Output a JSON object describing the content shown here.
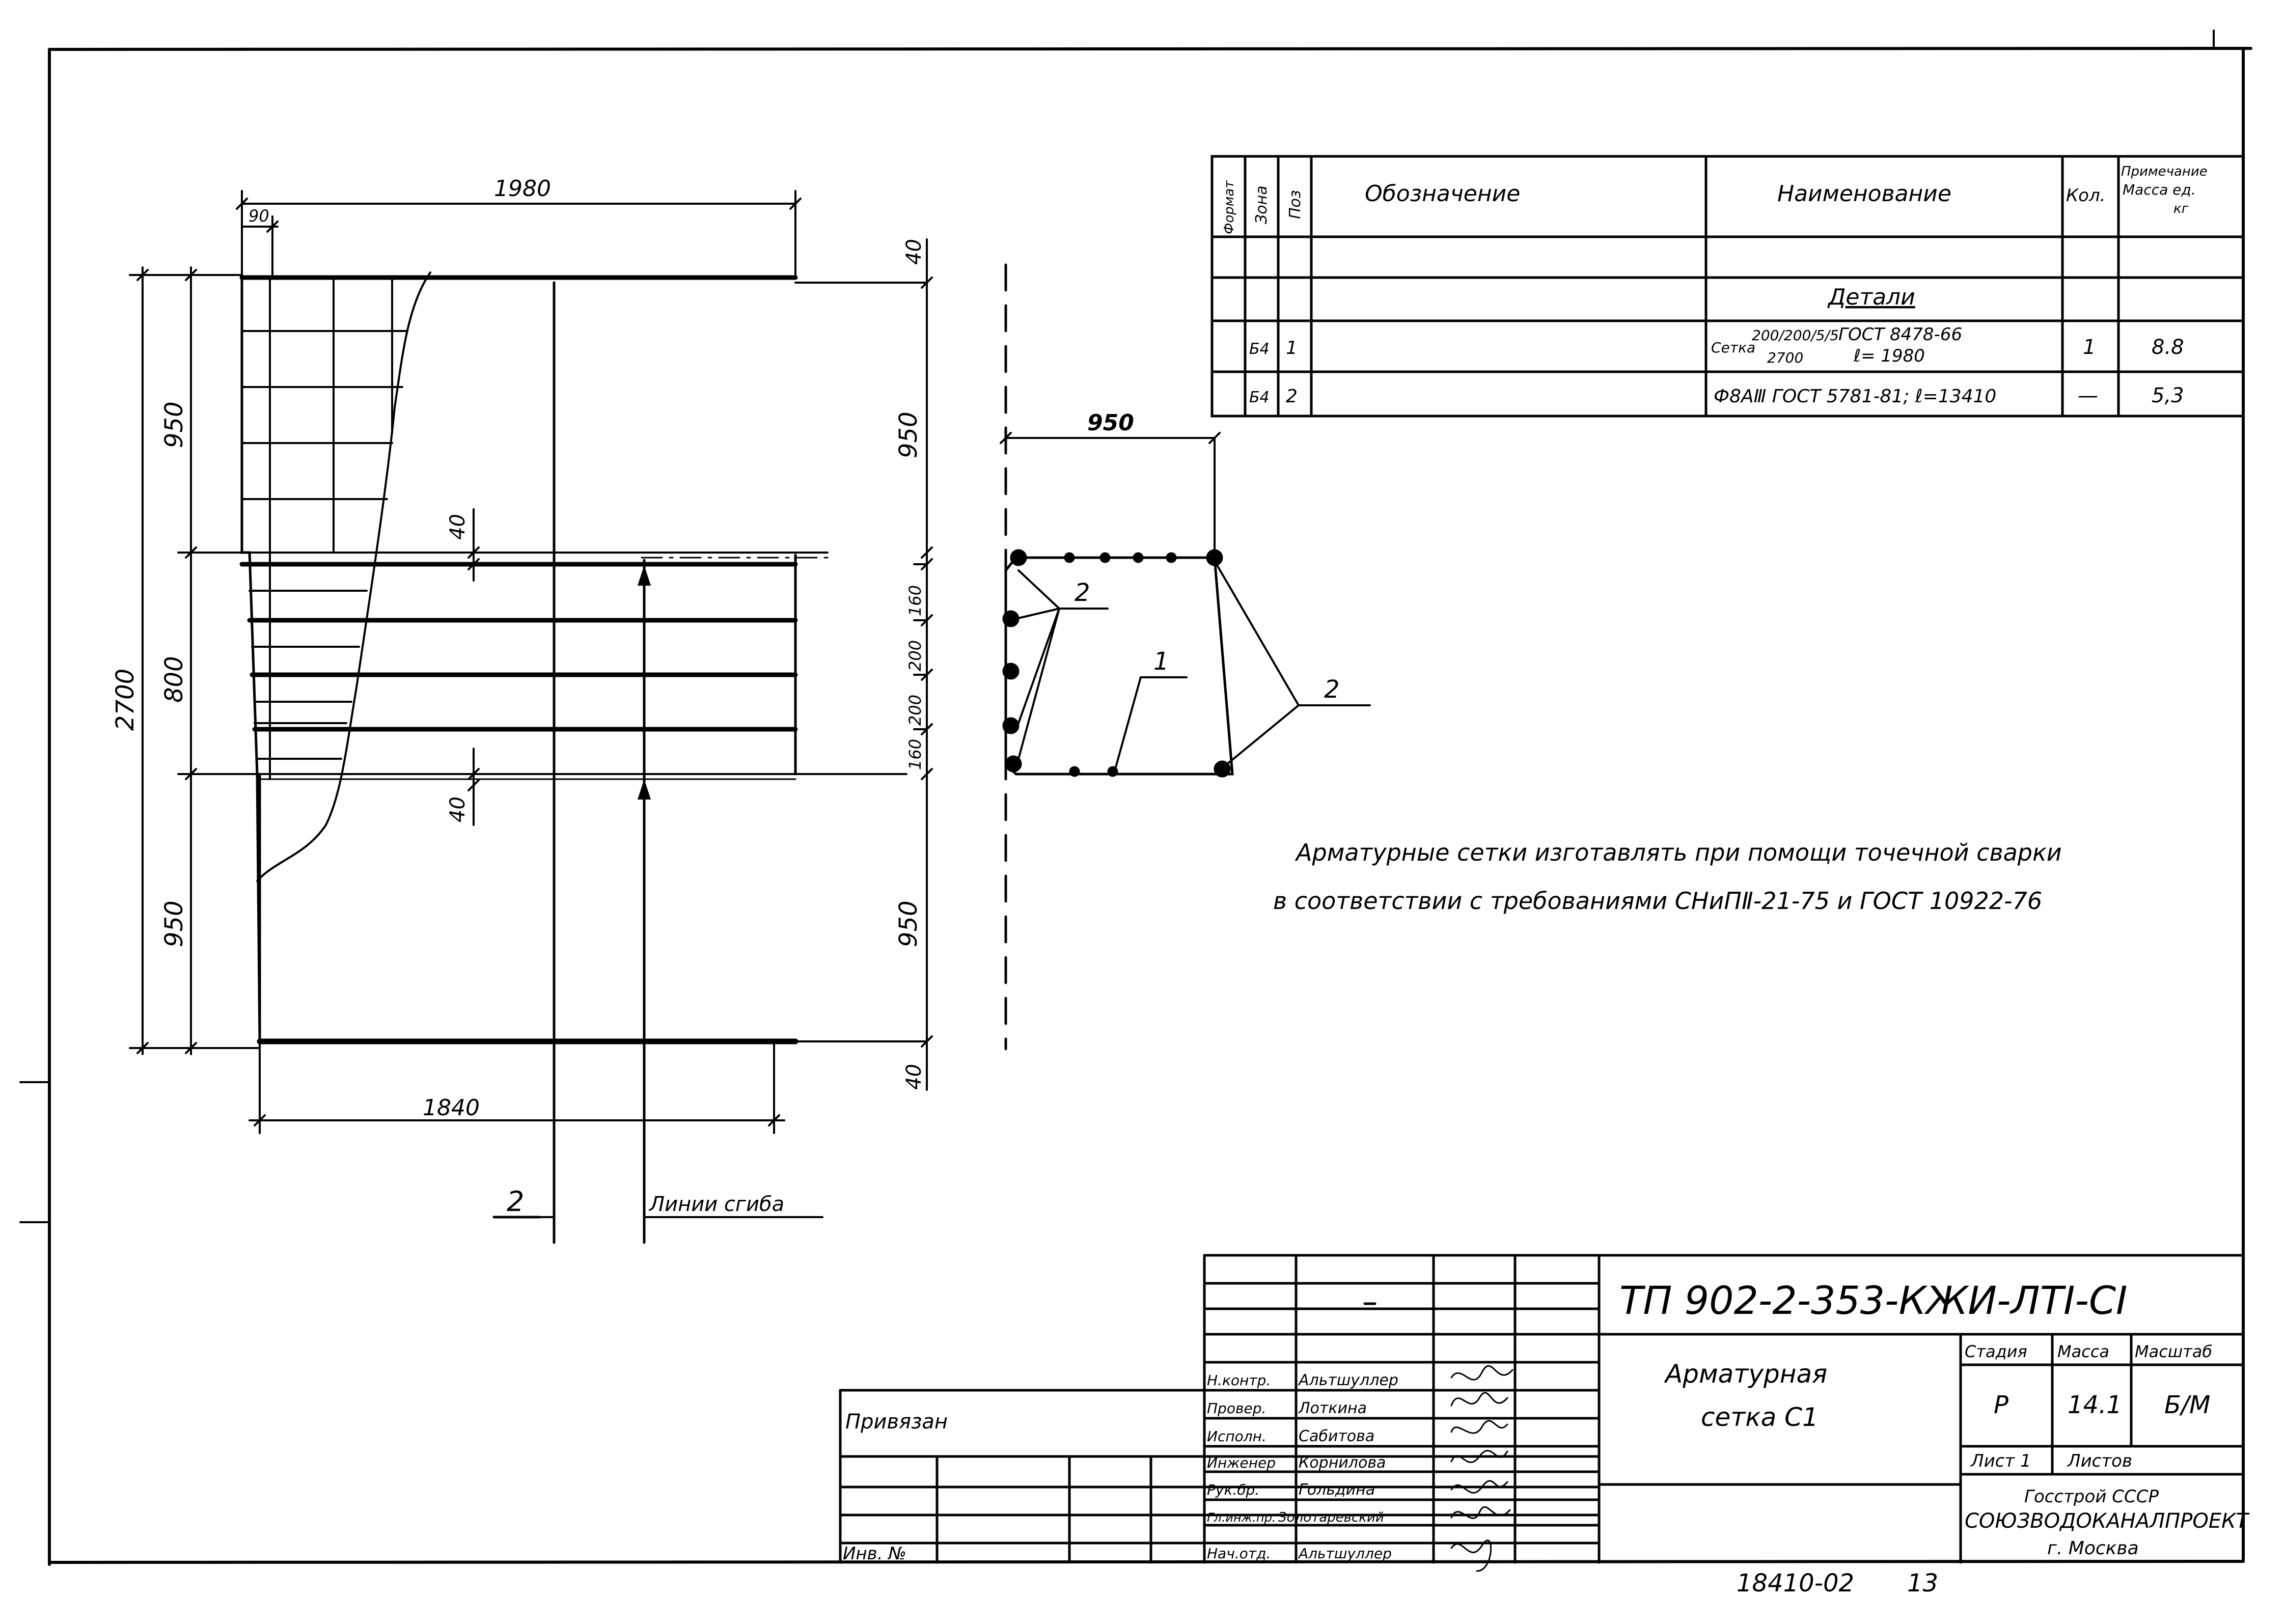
{
  "spec_table": {
    "headers": {
      "format": "Формат",
      "zone": "Зона",
      "pos": "Поз",
      "designation": "Обозначение",
      "name": "Наименование",
      "qty": "Кол.",
      "note": "Примечание Масса ед. кг",
      "note_l1": "Примечание",
      "note_l2": "Масса ед.",
      "note_l3": "кг"
    },
    "section_title": "Детали",
    "rows": [
      {
        "zone": "Б4",
        "pos": "1",
        "name": "Сетка 200/200/5/5 ГОСТ 8478-66 / 2700 ℓ= 1980",
        "name_prefix": "Сетка",
        "name_frac_top": "200/200/5/5",
        "name_frac_bottom": "2700",
        "name_gost": "ГОСТ 8478-66",
        "name_length": "ℓ= 1980",
        "qty": "1",
        "mass": "8.8"
      },
      {
        "zone": "Б4",
        "pos": "2",
        "name": "Ф8АⅢ ГОСТ 5781-81; ℓ=13410",
        "qty": "—",
        "mass": "5,3"
      }
    ]
  },
  "plan_dims": {
    "top_width": "1980",
    "top_small": "90",
    "bottom_width": "1840",
    "left_total": "2700",
    "left_upper": "950",
    "left_middle": "800",
    "left_lower": "950",
    "right_upper": "950",
    "right_lower": "950",
    "right_top": "40",
    "right_bottom": "40",
    "right_s1": "160",
    "right_s2": "200",
    "right_s3": "200",
    "right_s4": "160",
    "inner_40_top": "40",
    "inner_40_bottom": "40"
  },
  "section": {
    "width_dim": "950",
    "callout_1": "1",
    "callout_2_left": "2",
    "callout_2_right": "2"
  },
  "labels": {
    "section_mark": "2",
    "bend_lines": "Линии сгиба"
  },
  "note": {
    "line1": "Арматурные сетки изготавлять при помощи точечной сварки",
    "line2": "в соответствии с требованиями СНиПⅡ-21-75 и ГОСТ 10922-76"
  },
  "title_block": {
    "code": "ТП 902-2-353-КЖИ-ЛТI-CI",
    "title_l1": "Арматурная",
    "title_l2": "сетка С1",
    "privyazan": "Привязан",
    "inv_no": "Инв. №",
    "roles": [
      {
        "role": "Н.контр.",
        "name": "Альтшуллер"
      },
      {
        "role": "Провер.",
        "name": "Лоткина"
      },
      {
        "role": "Исполн.",
        "name": "Сабитова"
      },
      {
        "role": "Инженер",
        "name": "Корнилова"
      },
      {
        "role": "Рук.бр.",
        "name": "Гольдина"
      },
      {
        "role": "Гл.инж.пр.",
        "name": "Золотаревский"
      },
      {
        "role": "Нач.отд.",
        "name": "Альтшуллер"
      }
    ],
    "stage_label": "Стадия",
    "mass_label": "Масса",
    "scale_label": "Масштаб",
    "stage": "Р",
    "mass": "14.1",
    "scale": "Б/М",
    "sheet_label": "Лист 1",
    "sheets_label": "Листов",
    "org1": "Госстрой СССР",
    "org2": "СОЮЗВОДОКАНАЛПРОЕКТ",
    "org3": "г. Москва"
  },
  "footer": {
    "number": "18410-02",
    "page": "13"
  }
}
